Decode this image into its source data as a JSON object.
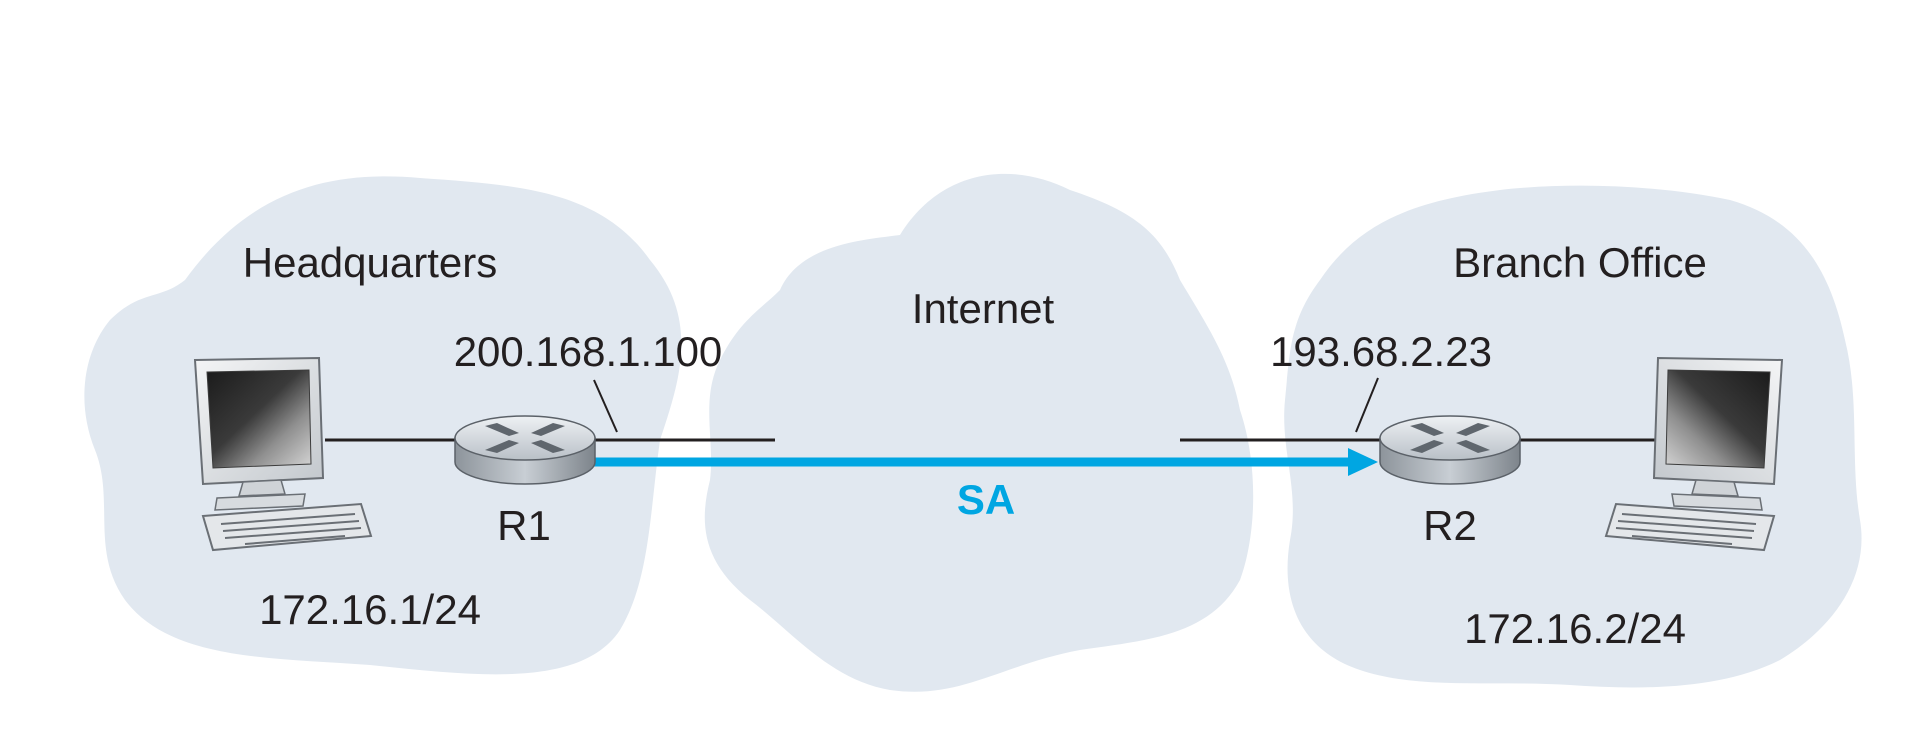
{
  "clouds": {
    "headquarters": {
      "label": "Headquarters",
      "subnet": "172.16.1/24"
    },
    "internet": {
      "label": "Internet"
    },
    "branch": {
      "label": "Branch Office",
      "subnet": "172.16.2/24"
    }
  },
  "routers": {
    "r1": {
      "name": "R1",
      "interface_ip": "200.168.1.100"
    },
    "r2": {
      "name": "R2",
      "interface_ip": "193.68.2.23"
    }
  },
  "tunnel": {
    "label": "SA"
  },
  "colors": {
    "cloud_fill": "#e1e8f0",
    "sa_arrow": "#00a6e2",
    "line": "#231f20",
    "text": "#231f20"
  }
}
